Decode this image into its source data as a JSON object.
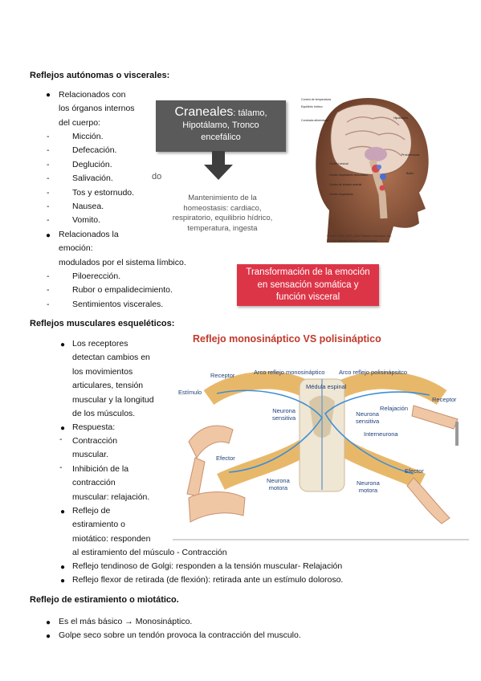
{
  "section1": {
    "title": "Reflejos autónomas o viscerales:",
    "bullet1_lines": [
      "Relacionados con",
      "los órganos internos",
      "del cuerpo:"
    ],
    "dash_items": [
      "Micción.",
      "Defecación.",
      "Deglución.",
      "Salivación.",
      "Tos y estornudo.",
      "Nausea.",
      "Vomito."
    ],
    "bullet2_lines": [
      "Relacionados la",
      "emoción:"
    ],
    "bullet2_cont": "modulados por el sistema límbico.",
    "dash_items2": [
      "Piloerección.",
      "Rubor o empalidecimiento.",
      "Sentimientos viscerales."
    ]
  },
  "craneales": {
    "title": "Craneales",
    "title_rest": ": tálamo,",
    "line2": "Hipotálamo, Tronco",
    "line3": "encefálico",
    "fragment": "do",
    "mantenimiento": [
      "Mantenimiento de la",
      "homeostasis: cardiaco,",
      "respiratorio, equilibrio hídrico,",
      "temperatura, ingesta"
    ]
  },
  "red_box": [
    "Transformación de la emoción",
    "en sensación somática y",
    "función visceral"
  ],
  "brain_labels": {
    "left": [
      "Control de temperatura",
      "Equilibrio hídrico",
      "Conducta alimentaria",
      "Control vesical",
      "Centro respiratorio secundario",
      "Centro de tensión arterial",
      "Centro respiratorio"
    ],
    "right": [
      "Hipotálamo",
      "Protuberancia",
      "Bulbo"
    ],
    "copyright": [
      "© 2019, 2016, 2013, 2012 Pearson Education, Inc.",
      "© 2019 Editorial Médica Panamericana"
    ]
  },
  "section2": {
    "title": "Reflejos musculares esqueléticos:",
    "bullet1_lines": [
      "Los receptores",
      "detectan cambios en",
      "los movimientos",
      "articulares, tensión",
      "muscular y la longitud",
      "de los músculos."
    ],
    "bullet2": "Respuesta:",
    "dash1_lines": [
      "Contracción",
      "muscular."
    ],
    "dash2_lines": [
      "Inhibición de la",
      "contracción",
      "muscular: relajación."
    ],
    "bullet3_lines": [
      "Reflejo de",
      "estiramiento o",
      "miotático: responden"
    ],
    "bullet3_cont": "al estiramiento del músculo - Contracción",
    "bullet4": "Reflejo tendinoso de Golgi: responden a la tensión muscular- Relajación",
    "bullet5": "Reflejo flexor de retirada (de flexión): retirada ante un estímulo doloroso."
  },
  "reflex_figure": {
    "title": "Reflejo monosináptico VS polisináptico",
    "labels": {
      "receptor_left": "Receptor",
      "arco_mono": "Arco reflejo monosináptico",
      "arco_poli": "Arco reflejo polisinápsitco",
      "estimulo": "Estímulo",
      "medula": "Médula espinal",
      "neurona_sensitiva_l": [
        "Neurona",
        "sensitiva"
      ],
      "neurona_sensitiva_r": [
        "Neurona",
        "sensitiva"
      ],
      "relajacion": "Relajación",
      "interneurona": "Interneurona",
      "receptor_right": "Receptor",
      "efector_left": "Efector",
      "efector_right": "Efector",
      "neurona_motora_l": [
        "Neurona",
        "motora"
      ],
      "neurona_motora_r": [
        "Neurona",
        "motora"
      ]
    }
  },
  "section3": {
    "title": "Reflejo de estiramiento o miotático.",
    "bullet1": "Es el más básico → Monosináptico.",
    "bullet2": "Golpe seco sobre un tendón provoca la contracción del musculo."
  },
  "colors": {
    "craneales_bg": "#5a5a5a",
    "red_box": "#dd3548",
    "figure_title": "#c0392b",
    "label_blue": "#1e3f7a"
  }
}
